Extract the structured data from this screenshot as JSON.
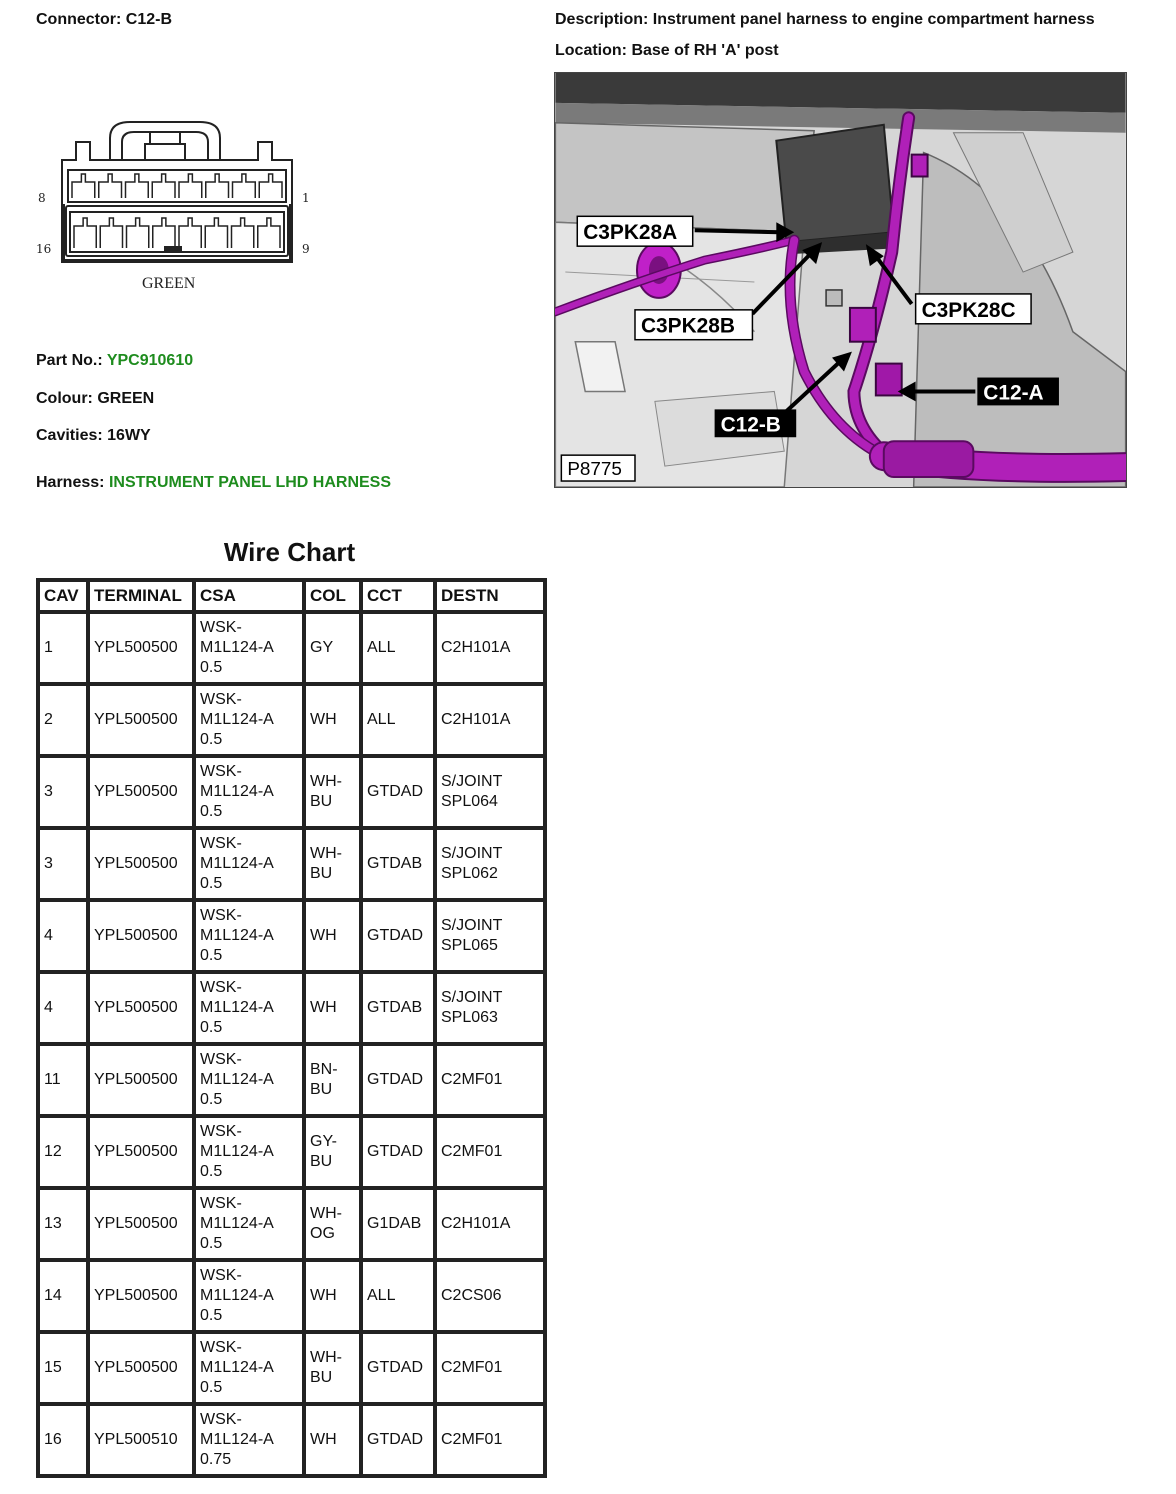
{
  "connector": {
    "label": "Connector:",
    "value": "C12-B",
    "pin_labels": {
      "top_left": "8",
      "top_right": "1",
      "bottom_left": "16",
      "bottom_right": "9"
    },
    "colour_text": "GREEN"
  },
  "description": {
    "label": "Description:",
    "value": "Instrument panel harness to engine compartment harness"
  },
  "location": {
    "label": "Location:",
    "value": "Base of RH 'A' post"
  },
  "part_no": {
    "label": "Part No.:",
    "value": "YPC910610"
  },
  "colour": {
    "label": "Colour:",
    "value": "GREEN"
  },
  "cavities": {
    "label": "Cavities:",
    "value": "16WY"
  },
  "harness": {
    "label": "Harness:",
    "value": "INSTRUMENT PANEL LHD HARNESS"
  },
  "photo": {
    "callouts": [
      "C3PK28A",
      "C3PK28B",
      "C3PK28C",
      "C12-A",
      "C12-B"
    ],
    "figure_id": "P8775",
    "harness_colour": "#b020b8"
  },
  "wire_chart": {
    "title": "Wire Chart",
    "headers": [
      "CAV",
      "TERMINAL",
      "CSA",
      "COL",
      "CCT",
      "DESTN"
    ],
    "rows": [
      [
        "1",
        "YPL500500",
        "WSK-M1L124-A 0.5",
        "GY",
        "ALL",
        "C2H101A"
      ],
      [
        "2",
        "YPL500500",
        "WSK-M1L124-A 0.5",
        "WH",
        "ALL",
        "C2H101A"
      ],
      [
        "3",
        "YPL500500",
        "WSK-M1L124-A 0.5",
        "WH-BU",
        "GTDAD",
        "S/JOINT SPL064"
      ],
      [
        "3",
        "YPL500500",
        "WSK-M1L124-A 0.5",
        "WH-BU",
        "GTDAB",
        "S/JOINT SPL062"
      ],
      [
        "4",
        "YPL500500",
        "WSK-M1L124-A 0.5",
        "WH",
        "GTDAD",
        "S/JOINT SPL065"
      ],
      [
        "4",
        "YPL500500",
        "WSK-M1L124-A 0.5",
        "WH",
        "GTDAB",
        "S/JOINT SPL063"
      ],
      [
        "11",
        "YPL500500",
        "WSK-M1L124-A 0.5",
        "BN-BU",
        "GTDAD",
        "C2MF01"
      ],
      [
        "12",
        "YPL500500",
        "WSK-M1L124-A 0.5",
        "GY-BU",
        "GTDAD",
        "C2MF01"
      ],
      [
        "13",
        "YPL500500",
        "WSK-M1L124-A 0.5",
        "WH-OG",
        "G1DAB",
        "C2H101A"
      ],
      [
        "14",
        "YPL500500",
        "WSK-M1L124-A 0.5",
        "WH",
        "ALL",
        "C2CS06"
      ],
      [
        "15",
        "YPL500500",
        "WSK-M1L124-A 0.5",
        "WH-BU",
        "GTDAD",
        "C2MF01"
      ],
      [
        "16",
        "YPL500510",
        "WSK-M1L124-A 0.75",
        "WH",
        "GTDAD",
        "C2MF01"
      ]
    ]
  }
}
